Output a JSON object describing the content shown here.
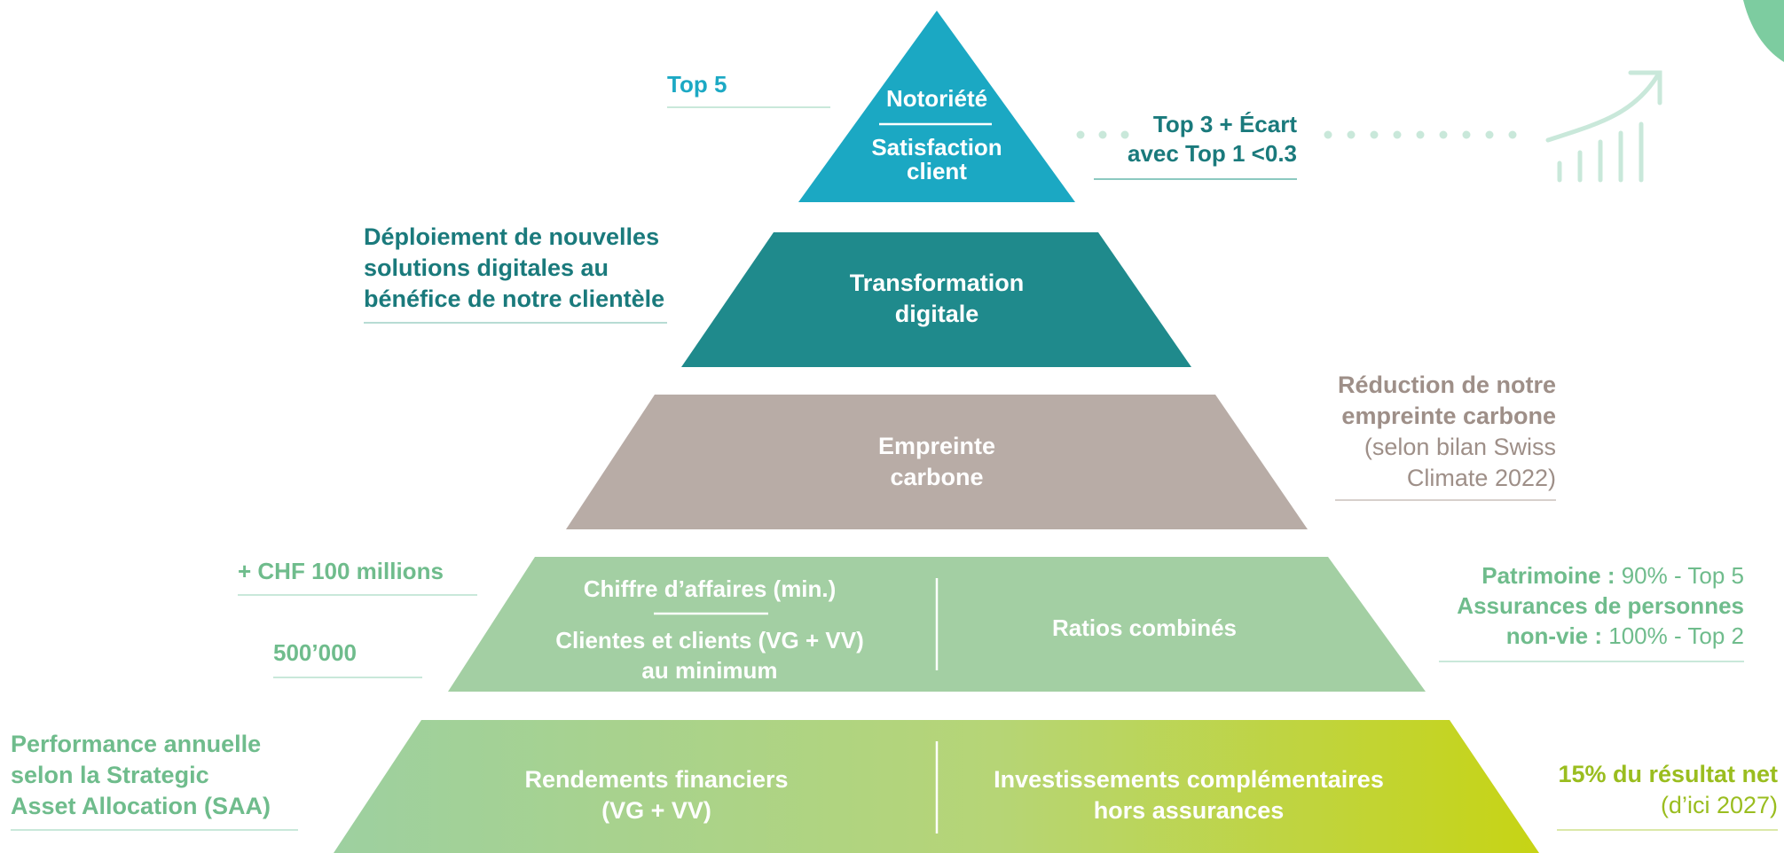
{
  "pyramid": {
    "tier1": {
      "upper": "Notoriété",
      "lower": "Satisfaction client",
      "left_target": "Top 5",
      "right_target_line1": "Top 3 + Écart",
      "right_target_line2": "avec Top 1 <0.3"
    },
    "tier2": {
      "label_line1": "Transformation",
      "label_line2": "digitale",
      "left_target_line1": "Déploiement de nouvelles",
      "left_target_line2": "solutions digitales au",
      "left_target_line3": "bénéfice de notre clientèle"
    },
    "tier3": {
      "label_line1": "Empreinte",
      "label_line2": "carbone",
      "right_target_line1": "Réduction de notre",
      "right_target_line2": "empreinte carbone",
      "right_target_line3": "(selon bilan Swiss",
      "right_target_line4": "Climate 2022)"
    },
    "tier4": {
      "upper_left": "Chiffre d’affaires (min.)",
      "lower_left_line1": "Clientes et clients (VG + VV)",
      "lower_left_line2": "au minimum",
      "right": "Ratios combinés",
      "left_target_1": "+ CHF 100 millions",
      "left_target_2": "500’000",
      "right_target_l1_bold": "Patrimoine :",
      "right_target_l1_rest": " 90% - Top 5",
      "right_target_l2": "Assurances de personnes",
      "right_target_l3_bold": "non-vie :",
      "right_target_l3_rest": " 100% - Top 2"
    },
    "tier5": {
      "left_line1": "Rendements financiers",
      "left_line2": "(VG + VV)",
      "right_line1": "Investissements complémentaires",
      "right_line2": "hors assurances",
      "left_target_line1": "Performance annuelle",
      "left_target_line2": "selon la Strategic",
      "left_target_line3": "Asset Allocation (SAA)",
      "right_target_line1": "15% du résultat net",
      "right_target_line2": "(d’ici 2027)"
    }
  },
  "colors": {
    "tier1": "#1ba8c3",
    "tier2": "#1f8a8c",
    "tier3": "#b8aca6",
    "tier4": "#a3cfa3",
    "tier5_left": "#9dd0a0",
    "tier5_right": "#c4d31a",
    "teal_text": "#1a7a7c",
    "light_teal_text": "#1ca9c4",
    "greige_text": "#9e8f88",
    "green_text": "#6fbc8c",
    "lime_text": "#9abd1f",
    "accent_light": "#c9e8da"
  },
  "icons": {
    "growth": "growth-chart-icon",
    "dots": "dotted-connector"
  }
}
